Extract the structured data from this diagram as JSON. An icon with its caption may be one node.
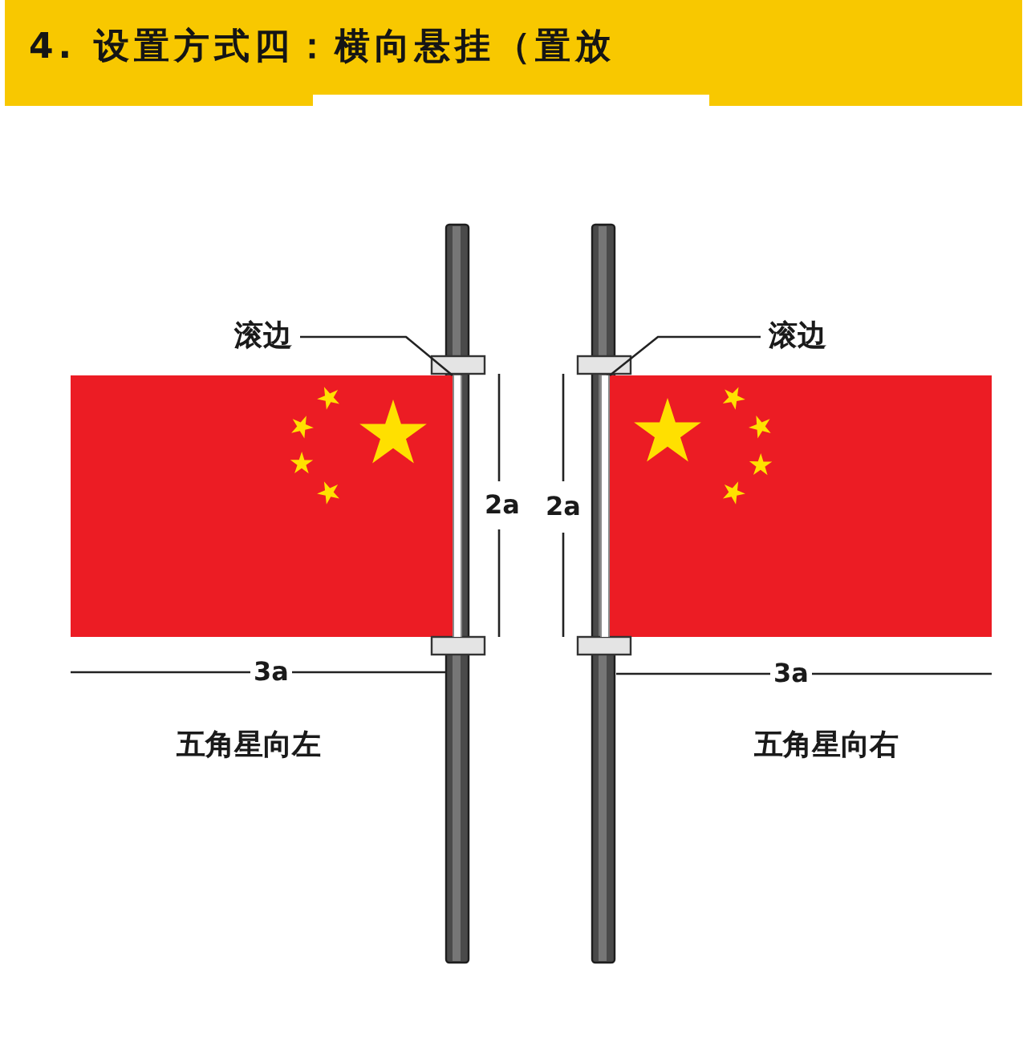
{
  "diagram": {
    "title": "4. 设置方式四：横向悬挂（置放",
    "nodes": [
      {
        "text": [
          "滚边"
        ]
      },
      {
        "text": [],
        "shape": "bar"
      },
      {
        "text": [
          "滚边"
        ]
      },
      {
        "text": [],
        "shape": "bar"
      }
    ],
    "edges": [
      {
        "from": 0,
        "to": 1,
        "arrow": "none"
      },
      {
        "from": 2,
        "to": 3,
        "arrow": "none"
      }
    ],
    "labels": [
      "2a",
      "2a",
      "3a",
      "3a",
      "五角星向左",
      "五角星向右"
    ]
  }
}
